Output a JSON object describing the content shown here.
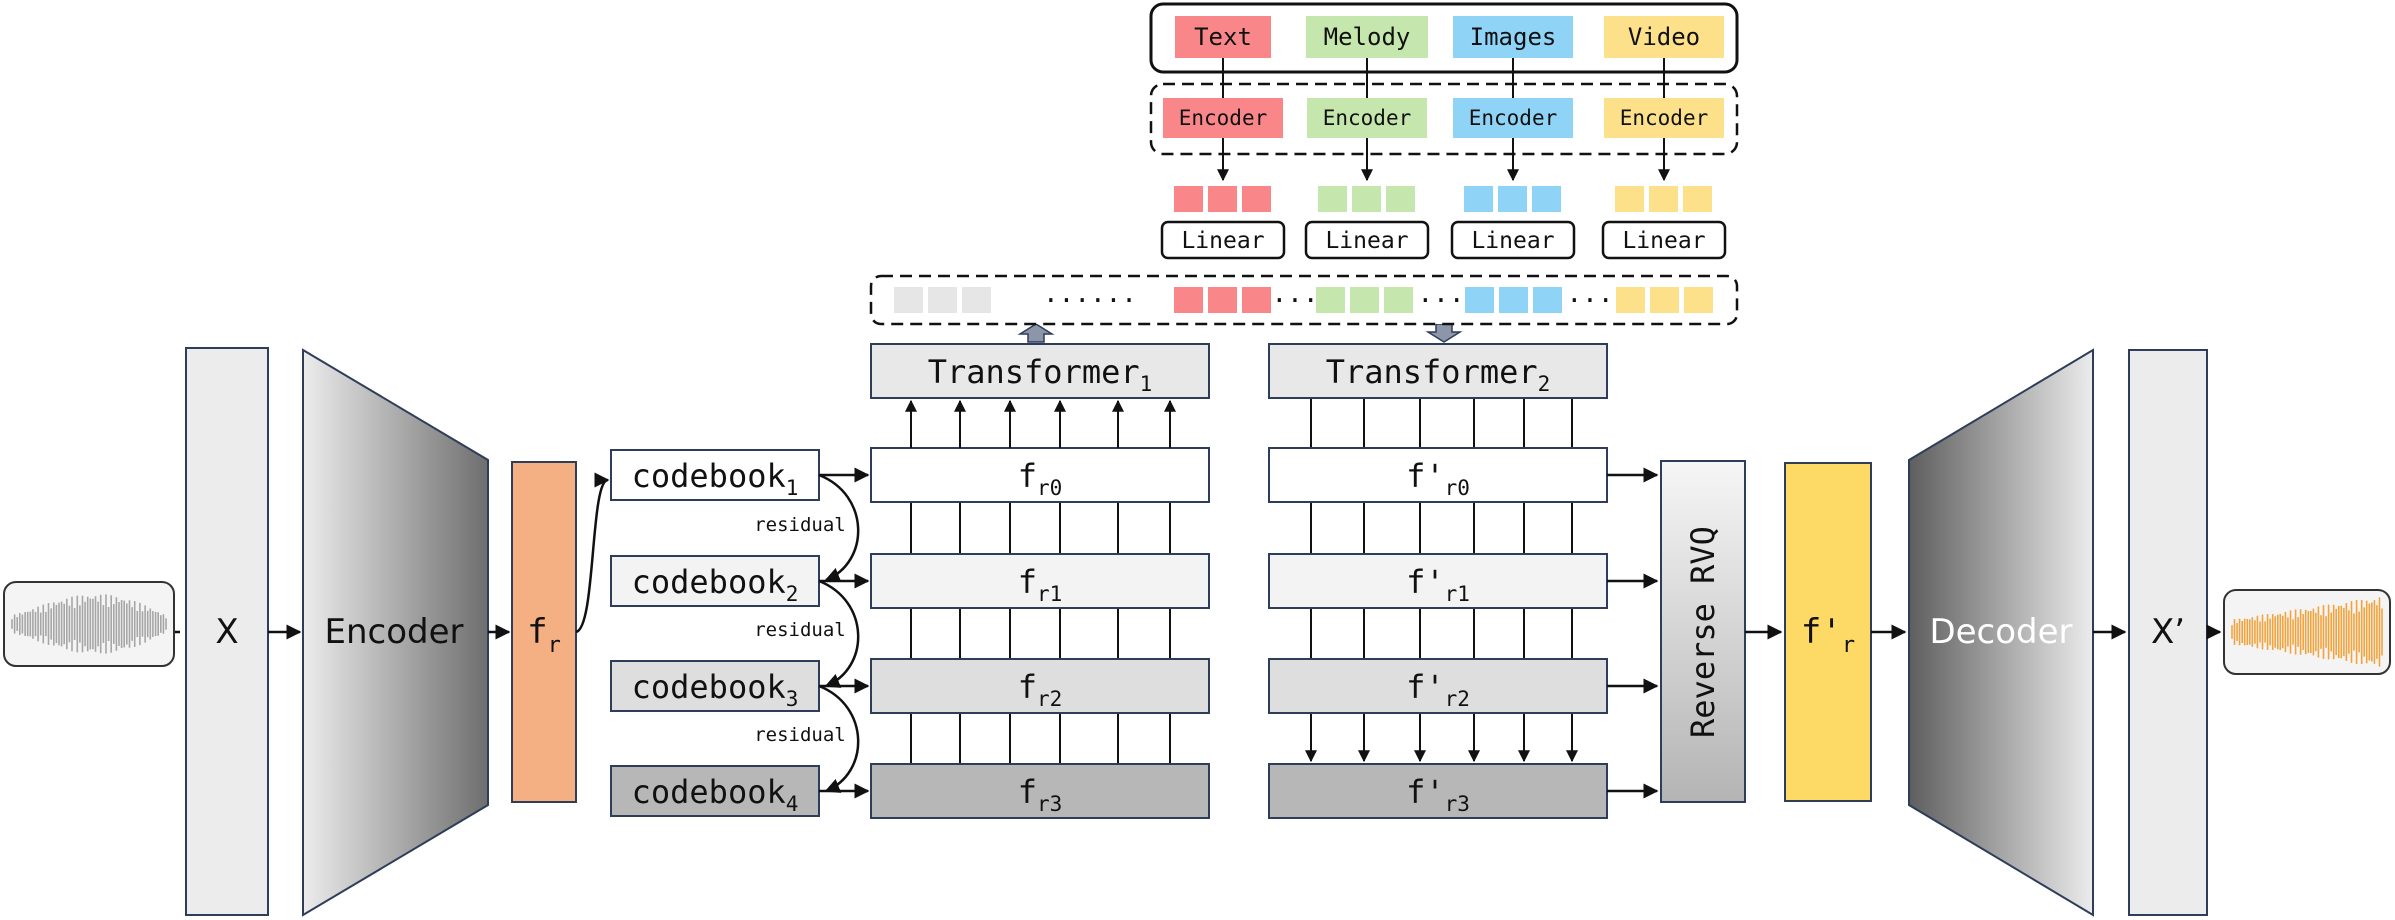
{
  "input_signal": {
    "label": "X"
  },
  "encoder": {
    "label": "Encoder"
  },
  "latent": {
    "base": "f",
    "sub": "r"
  },
  "codebooks": [
    {
      "base": "codebook",
      "sub": "1"
    },
    {
      "base": "codebook",
      "sub": "2"
    },
    {
      "base": "codebook",
      "sub": "3"
    },
    {
      "base": "codebook",
      "sub": "4"
    }
  ],
  "residual_label": "residual",
  "tokens_left": [
    {
      "base": "f",
      "sub": "r0"
    },
    {
      "base": "f",
      "sub": "r1"
    },
    {
      "base": "f",
      "sub": "r2"
    },
    {
      "base": "f",
      "sub": "r3"
    }
  ],
  "tokens_right": [
    {
      "base": "f'",
      "sub": "r0"
    },
    {
      "base": "f'",
      "sub": "r1"
    },
    {
      "base": "f'",
      "sub": "r2"
    },
    {
      "base": "f'",
      "sub": "r3"
    }
  ],
  "transformer1": {
    "base": "Transformer",
    "sub": "1"
  },
  "transformer2": {
    "base": "Transformer",
    "sub": "2"
  },
  "conditions": [
    {
      "label": "Text",
      "encoder": "Encoder",
      "linear": "Linear",
      "color": "#f9878a"
    },
    {
      "label": "Melody",
      "encoder": "Encoder",
      "linear": "Linear",
      "color": "#c5e6ac"
    },
    {
      "label": "Images",
      "encoder": "Encoder",
      "linear": "Linear",
      "color": "#8fd4f6"
    },
    {
      "label": "Video",
      "encoder": "Encoder",
      "linear": "Linear",
      "color": "#fde08a"
    }
  ],
  "sequence_ellipsis": "······",
  "sequence_dots": "···",
  "reverse_rvq": {
    "label": "Reverse RVQ"
  },
  "reconstructed_latent": {
    "base": "f'",
    "sub": "r"
  },
  "decoder": {
    "label": "Decoder"
  },
  "output_signal": {
    "label": "X’"
  },
  "colors": {
    "latent": "#f4b083",
    "reconstructed_latent": "#fdd965",
    "input_wave": "#a6a6a6",
    "output_wave": "#f3a33c",
    "placeholder_token": "#e6e6e6"
  }
}
